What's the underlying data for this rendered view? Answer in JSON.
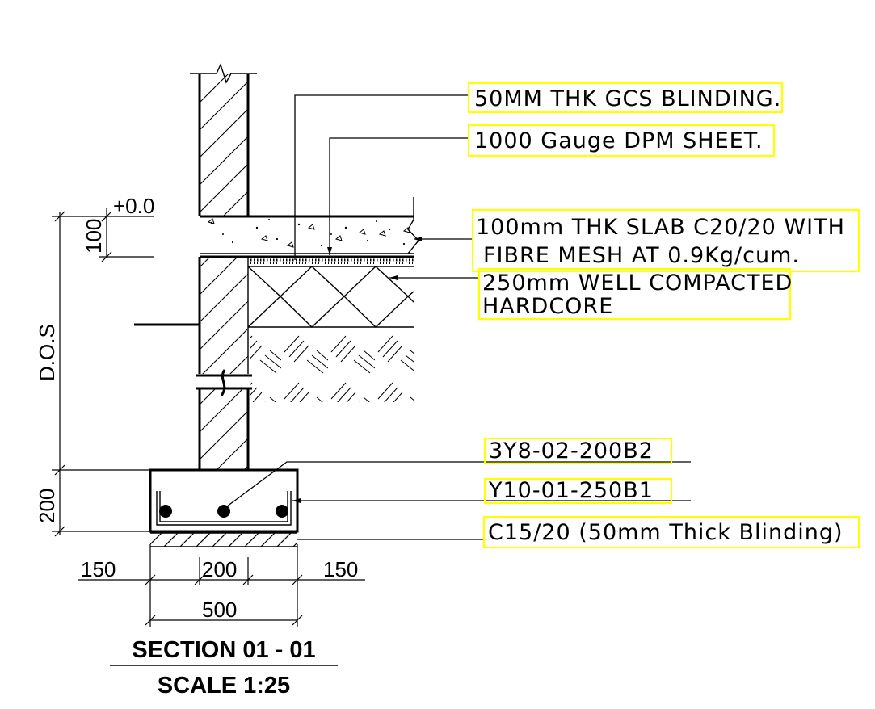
{
  "labels": {
    "gcs_blinding": "50MM THK GCS BLINDING.",
    "dpm_sheet": "1000 Gauge DPM SHEET.",
    "slab_line1": "100mm THK SLAB C20/20 WITH",
    "slab_line2": "FIBRE MESH AT 0.9Kg/cum.",
    "hardcore_line1": "250mm WELL COMPACTED",
    "hardcore_line2": "HARDCORE",
    "rebar_top": "3Y8-02-200B2",
    "rebar_bottom": "Y10-01-250B1",
    "blinding_c15": "C15/20 (50mm Thick Blinding)"
  },
  "dimensions": {
    "level": "+0.0",
    "slab_thickness": "100",
    "depth_of_strip": "D.O.S",
    "footing_depth": "200",
    "left_offset": "150",
    "wall_width": "200",
    "right_offset": "150",
    "footing_width": "500"
  },
  "title": {
    "section": "SECTION 01 - 01",
    "scale": "SCALE 1:25"
  },
  "colors": {
    "linework": "#000000",
    "highlight": "#ffff00",
    "background": "#ffffff"
  }
}
